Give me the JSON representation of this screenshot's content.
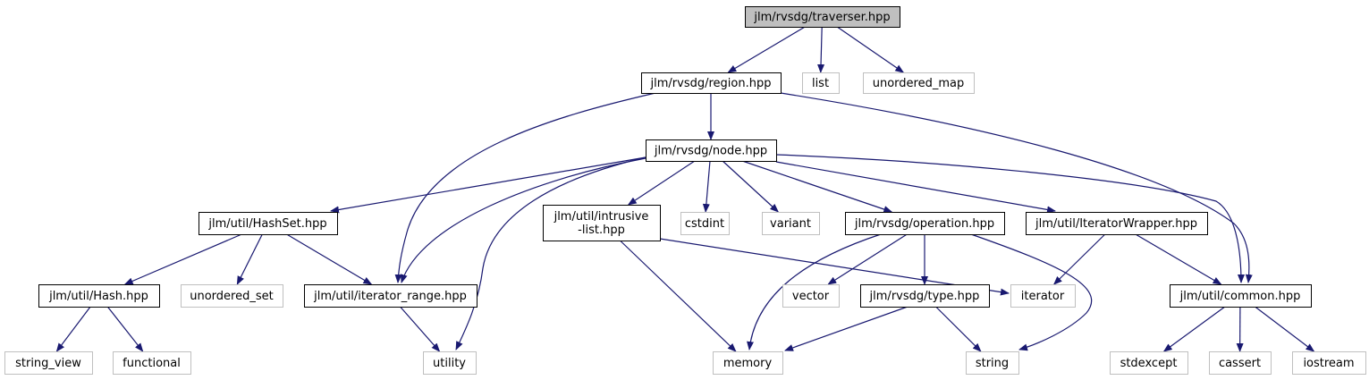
{
  "title": "Include dependency graph for jlm/rvsdg/traverser.hpp",
  "colors": {
    "edge": "#191970",
    "root_fill": "#bfbfbf",
    "project_border": "#000000",
    "external_border": "#bfbfbf",
    "node_fill": "#ffffff"
  },
  "nodes": [
    {
      "id": "traverser",
      "label": [
        "jlm/rvsdg/traverser.hpp"
      ],
      "kind": "root"
    },
    {
      "id": "region",
      "label": [
        "jlm/rvsdg/region.hpp"
      ],
      "kind": "project"
    },
    {
      "id": "list",
      "label": [
        "list"
      ],
      "kind": "external"
    },
    {
      "id": "unordered_map",
      "label": [
        "unordered_map"
      ],
      "kind": "external"
    },
    {
      "id": "node",
      "label": [
        "jlm/rvsdg/node.hpp"
      ],
      "kind": "project"
    },
    {
      "id": "hashset",
      "label": [
        "jlm/util/HashSet.hpp"
      ],
      "kind": "project"
    },
    {
      "id": "intrusive",
      "label": [
        "jlm/util/intrusive",
        "-list.hpp"
      ],
      "kind": "project"
    },
    {
      "id": "cstdint",
      "label": [
        "cstdint"
      ],
      "kind": "external"
    },
    {
      "id": "variant",
      "label": [
        "variant"
      ],
      "kind": "external"
    },
    {
      "id": "operation",
      "label": [
        "jlm/rvsdg/operation.hpp"
      ],
      "kind": "project"
    },
    {
      "id": "iterwrapper",
      "label": [
        "jlm/util/IteratorWrapper.hpp"
      ],
      "kind": "project"
    },
    {
      "id": "hash",
      "label": [
        "jlm/util/Hash.hpp"
      ],
      "kind": "project"
    },
    {
      "id": "unordered_set",
      "label": [
        "unordered_set"
      ],
      "kind": "external"
    },
    {
      "id": "iterrange",
      "label": [
        "jlm/util/iterator_range.hpp"
      ],
      "kind": "project"
    },
    {
      "id": "vector",
      "label": [
        "vector"
      ],
      "kind": "external"
    },
    {
      "id": "type",
      "label": [
        "jlm/rvsdg/type.hpp"
      ],
      "kind": "project"
    },
    {
      "id": "iterator",
      "label": [
        "iterator"
      ],
      "kind": "external"
    },
    {
      "id": "common",
      "label": [
        "jlm/util/common.hpp"
      ],
      "kind": "project"
    },
    {
      "id": "string_view",
      "label": [
        "string_view"
      ],
      "kind": "external"
    },
    {
      "id": "functional",
      "label": [
        "functional"
      ],
      "kind": "external"
    },
    {
      "id": "utility",
      "label": [
        "utility"
      ],
      "kind": "external"
    },
    {
      "id": "memory",
      "label": [
        "memory"
      ],
      "kind": "external"
    },
    {
      "id": "string",
      "label": [
        "string"
      ],
      "kind": "external"
    },
    {
      "id": "stdexcept",
      "label": [
        "stdexcept"
      ],
      "kind": "external"
    },
    {
      "id": "cassert",
      "label": [
        "cassert"
      ],
      "kind": "external"
    },
    {
      "id": "iostream",
      "label": [
        "iostream"
      ],
      "kind": "external"
    }
  ],
  "edges": [
    {
      "from": "traverser",
      "to": "region"
    },
    {
      "from": "traverser",
      "to": "list"
    },
    {
      "from": "traverser",
      "to": "unordered_map"
    },
    {
      "from": "region",
      "to": "node"
    },
    {
      "from": "region",
      "to": "iterrange"
    },
    {
      "from": "region",
      "to": "common"
    },
    {
      "from": "node",
      "to": "hashset"
    },
    {
      "from": "node",
      "to": "iterrange"
    },
    {
      "from": "node",
      "to": "utility"
    },
    {
      "from": "node",
      "to": "intrusive"
    },
    {
      "from": "node",
      "to": "cstdint"
    },
    {
      "from": "node",
      "to": "variant"
    },
    {
      "from": "node",
      "to": "operation"
    },
    {
      "from": "node",
      "to": "iterwrapper"
    },
    {
      "from": "node",
      "to": "common"
    },
    {
      "from": "hashset",
      "to": "hash"
    },
    {
      "from": "hashset",
      "to": "unordered_set"
    },
    {
      "from": "hashset",
      "to": "iterrange"
    },
    {
      "from": "hash",
      "to": "string_view"
    },
    {
      "from": "hash",
      "to": "functional"
    },
    {
      "from": "iterrange",
      "to": "utility"
    },
    {
      "from": "intrusive",
      "to": "memory"
    },
    {
      "from": "intrusive",
      "to": "iterator"
    },
    {
      "from": "operation",
      "to": "memory"
    },
    {
      "from": "operation",
      "to": "vector"
    },
    {
      "from": "operation",
      "to": "type"
    },
    {
      "from": "operation",
      "to": "string"
    },
    {
      "from": "type",
      "to": "memory"
    },
    {
      "from": "type",
      "to": "string"
    },
    {
      "from": "iterwrapper",
      "to": "iterator"
    },
    {
      "from": "iterwrapper",
      "to": "common"
    },
    {
      "from": "common",
      "to": "stdexcept"
    },
    {
      "from": "common",
      "to": "cassert"
    },
    {
      "from": "common",
      "to": "iostream"
    }
  ]
}
